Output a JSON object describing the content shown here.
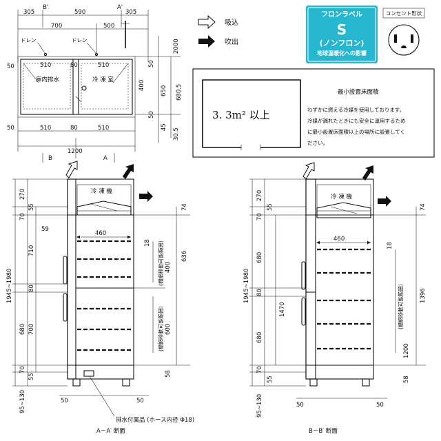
{
  "plan": {
    "top_dims": [
      "305",
      "590",
      "305"
    ],
    "sub_dims": [
      "700",
      "500"
    ],
    "section_marks": [
      "B'",
      "A'",
      "B",
      "A"
    ],
    "drain_labels": [
      "ドレン",
      "ドレン"
    ],
    "right_dims": [
      "2000",
      "650",
      "680.5",
      "45",
      "30.5",
      "400",
      "50",
      "50"
    ],
    "inner_top": [
      "510",
      "80",
      "510"
    ],
    "inner_bottom": [
      "510",
      "80",
      "510"
    ],
    "side_left": [
      "50",
      "50"
    ],
    "width": "1200",
    "room_labels": [
      "庫内排水",
      "冷 凍 室"
    ]
  },
  "legend": {
    "intake": "吸込",
    "exhaust": "吹出"
  },
  "badge": {
    "title": "フロンラベル",
    "grade": "S",
    "sub": "(ノンフロン)",
    "caption": "地球温暖化への影響"
  },
  "outlet": {
    "title": "コンセント形状"
  },
  "notice": {
    "title": "最小設置床面積",
    "area": "3. 3m² 以上",
    "lines": [
      "わずかに燃える冷媒を使用しております。",
      "冷媒が漏れたときにも安全に運用するため",
      "に最小設置床面積以上の場所に設置してく",
      "ださい。"
    ]
  },
  "sectionA": {
    "left_dims": [
      "1945~1980",
      "270",
      "55",
      "70",
      "59",
      "710",
      "80",
      "700",
      "680",
      "70",
      "55",
      "95~130"
    ],
    "shelf_width": "460",
    "right_dims": [
      "74",
      "18",
      "636",
      "400",
      "600",
      "58"
    ],
    "range_label": "(棚網移動可能範囲)",
    "unit_label": "冷 凍 機",
    "bottom_dims": [
      "50",
      "50"
    ],
    "caption_hose": "排水付属品 (ホース内径 Φ18)",
    "caption": "A－A′ 断面"
  },
  "sectionB": {
    "left_dims": [
      "1945~1980",
      "270",
      "55",
      "70",
      "680",
      "80",
      "1470",
      "680",
      "70",
      "55",
      "95~130"
    ],
    "shelf_width": "460",
    "right_dims": [
      "74",
      "18",
      "1396",
      "1200",
      "58"
    ],
    "range_label": "(棚網移動可能範囲)",
    "unit_label": "冷 凍 機",
    "bottom_dims": [
      "50",
      "50"
    ],
    "caption": "B－B′ 断面"
  }
}
